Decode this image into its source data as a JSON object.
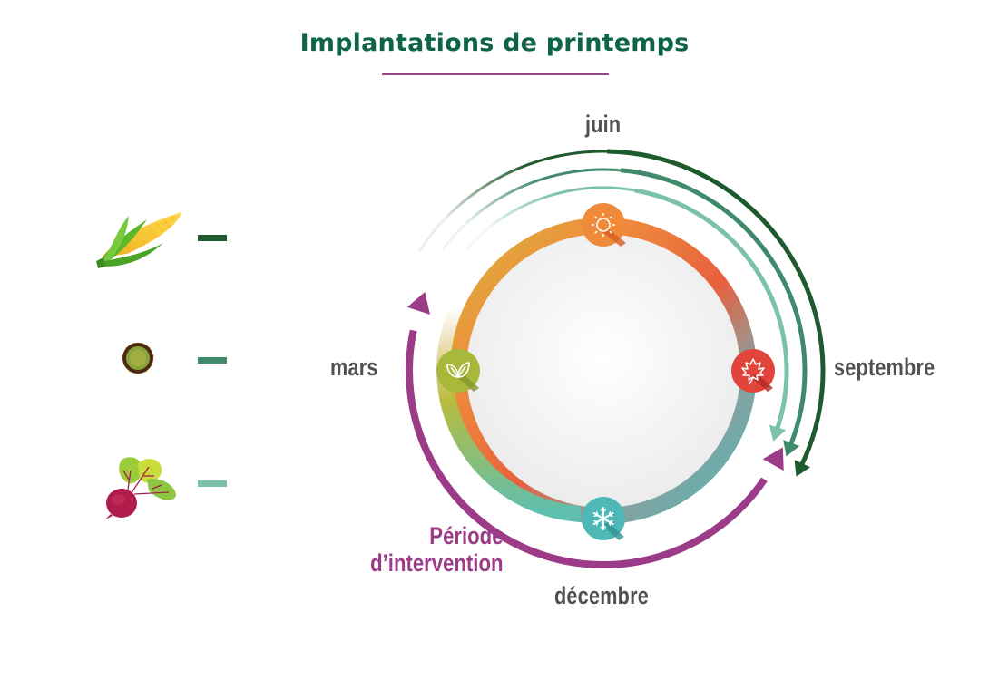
{
  "title": "Implantations de printemps",
  "colors": {
    "title": "#0e6446",
    "underline": "#a0448c",
    "intervention": "#9c3b88",
    "month_text": "#505050"
  },
  "legend": [
    {
      "crop": "maïs",
      "icon": "corn-icon",
      "color": "#1d5a2e"
    },
    {
      "crop": "tournesol",
      "icon": "sunflower-icon",
      "color": "#3f8a6a"
    },
    {
      "crop": "betterave",
      "icon": "beet-icon",
      "color": "#7cc2a9"
    }
  ],
  "months": {
    "top": "juin",
    "right": "septembre",
    "bottom": "décembre",
    "left": "mars"
  },
  "seasons": [
    {
      "name": "printemps",
      "icon": "leaf-icon",
      "color": "#a7b83b"
    },
    {
      "name": "été",
      "icon": "sun-icon",
      "color": "#ee8a3a"
    },
    {
      "name": "automne",
      "icon": "maple-leaf-icon",
      "color": "#e0443a"
    },
    {
      "name": "hiver",
      "icon": "snowflake-icon",
      "color": "#4fb8b6"
    }
  ],
  "intervention_label": [
    "Période",
    "d’intervention"
  ]
}
